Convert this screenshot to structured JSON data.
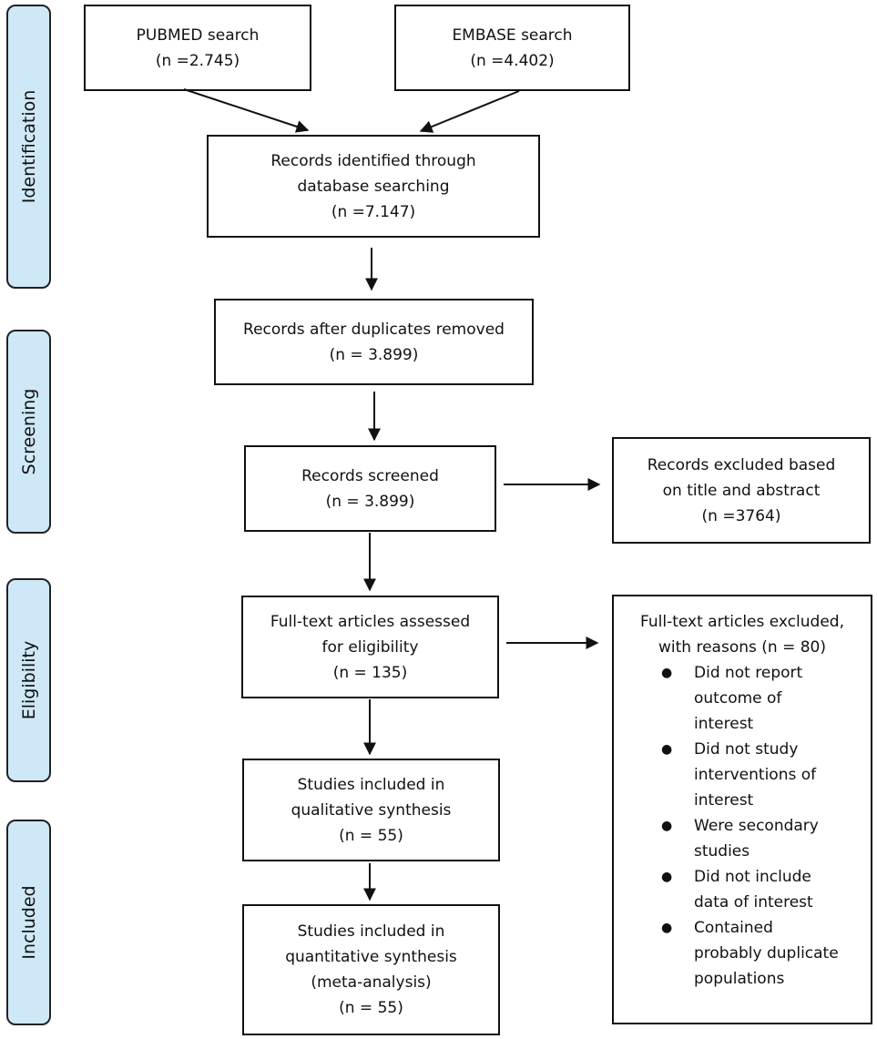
{
  "stages": {
    "identification": "Identification",
    "screening": "Screening",
    "eligibility": "Eligibility",
    "included": "Included"
  },
  "boxes": {
    "pubmed": {
      "line1": "PUBMED search",
      "line2": "(n =2.745)"
    },
    "embase": {
      "line1": "EMBASE search",
      "line2": "(n =4.402)"
    },
    "identified": {
      "line1": "Records identified through",
      "line2": "database searching",
      "line3": "(n =7.147)"
    },
    "duplicates_removed": {
      "line1": "Records after duplicates removed",
      "line2": "(n = 3.899)"
    },
    "screened": {
      "line1": "Records screened",
      "line2": "(n = 3.899)"
    },
    "excluded_title_abstract": {
      "line1": "Records excluded based",
      "line2": "on title and abstract",
      "line3": "(n =3764)"
    },
    "fulltext_assessed": {
      "line1": "Full-text articles assessed",
      "line2": "for eligibility",
      "line3": "(n = 135)"
    },
    "fulltext_excluded": {
      "line1": "Full-text articles excluded,",
      "line2": "with reasons (n = 80)",
      "reasons": [
        [
          "Did not report",
          "outcome of",
          "interest"
        ],
        [
          "Did not study",
          "interventions of",
          "interest"
        ],
        [
          "Were secondary",
          "studies"
        ],
        [
          "Did not include",
          "data of interest"
        ],
        [
          "Contained",
          "probably duplicate",
          "populations"
        ]
      ]
    },
    "qualitative": {
      "line1": "Studies included in",
      "line2": "qualitative synthesis",
      "line3": "(n = 55)"
    },
    "quantitative": {
      "line1": "Studies included in",
      "line2": "quantitative synthesis",
      "line3": "(meta-analysis)",
      "line4": "(n = 55)"
    }
  }
}
